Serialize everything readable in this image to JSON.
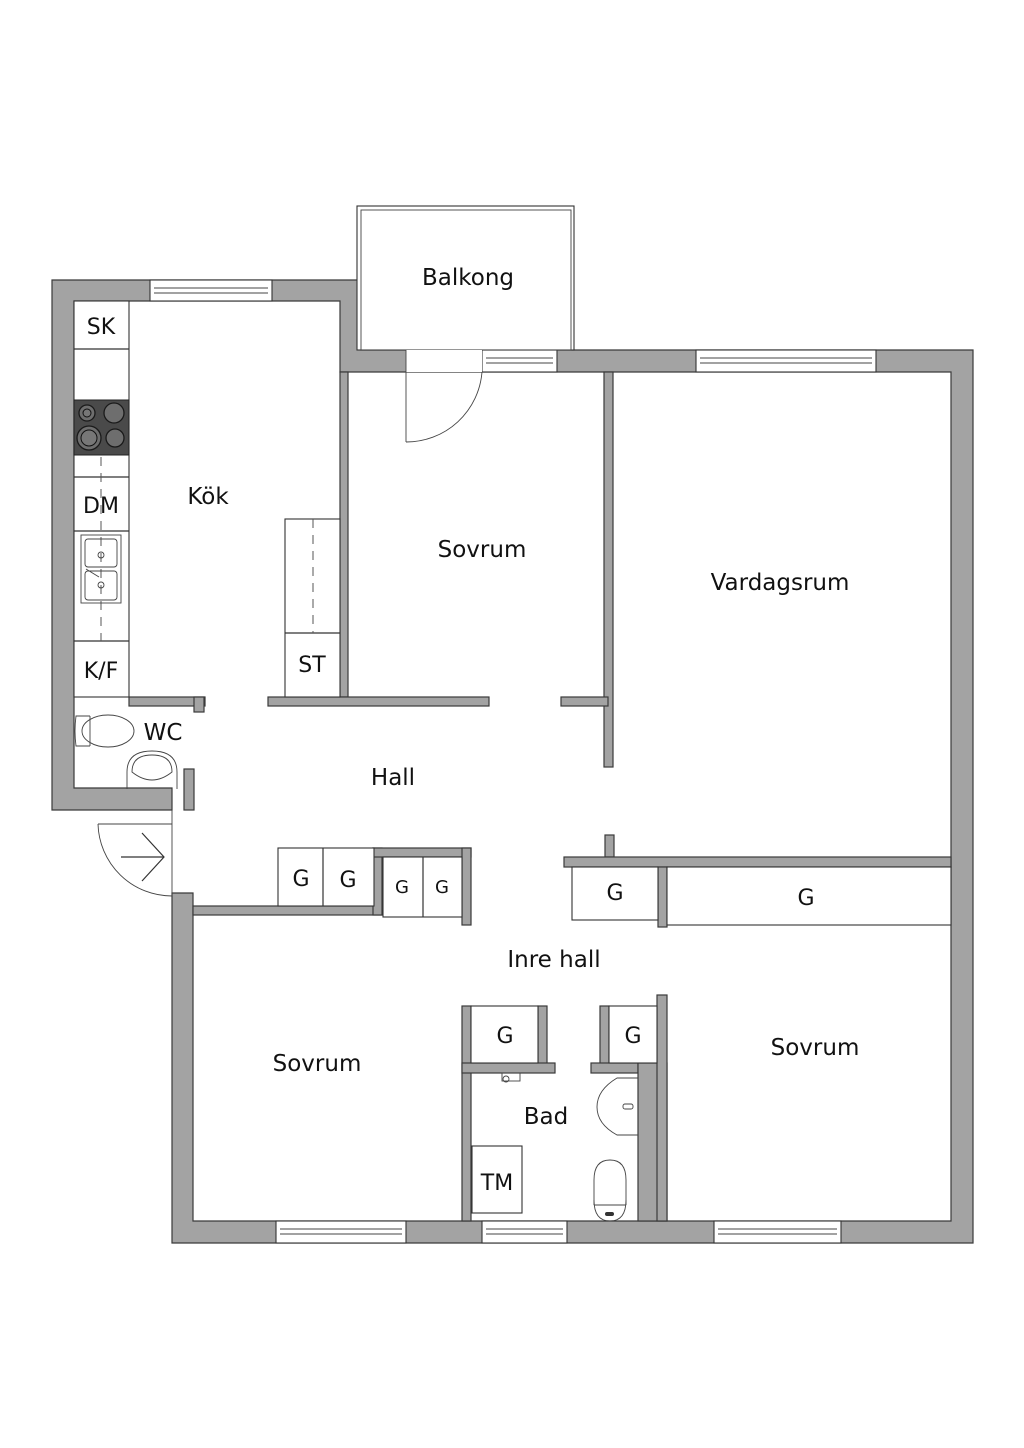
{
  "plan": {
    "wall_color": "#a3a3a3",
    "line_color": "#333333",
    "background": "#ffffff",
    "rooms": {
      "balcony": "Balkong",
      "kitchen": "Kök",
      "bedroom_top": "Sovrum",
      "living_room": "Vardagsrum",
      "hall": "Hall",
      "wc": "WC",
      "inner_hall": "Inre hall",
      "bedroom_bottom_left": "Sovrum",
      "bathroom": "Bad",
      "bedroom_bottom_right": "Sovrum"
    },
    "fixtures": {
      "cleaning_cabinet": "SK",
      "dishwasher": "DM",
      "fridge_freezer": "K/F",
      "storage": "ST",
      "washing_machine": "TM",
      "wardrobes": {
        "hall_1": "G",
        "hall_2": "G",
        "hall_3": "G",
        "hall_4": "G",
        "inner_hall_left": "G",
        "inner_hall_long": "G",
        "bath_left": "G",
        "bath_right": "G"
      }
    }
  }
}
